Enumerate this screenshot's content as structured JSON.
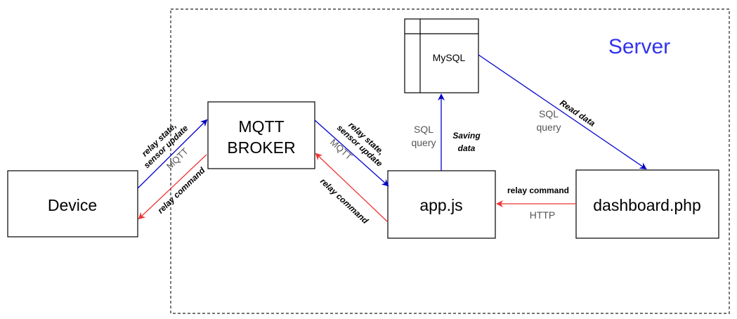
{
  "server": {
    "title": "Server"
  },
  "nodes": {
    "device": "Device",
    "broker_line1": "MQTT",
    "broker_line2": "BROKER",
    "appjs": "app.js",
    "dashboard": "dashboard.php",
    "mysql": "MySQL"
  },
  "edges": {
    "device_to_broker": {
      "label_line1": "relay state,",
      "label_line2": "sensor update",
      "protocol": "MQTT"
    },
    "broker_to_device": {
      "label": "relay command"
    },
    "broker_to_app": {
      "label_line1": "relay state,",
      "label_line2": "sensor update",
      "protocol": "MQTT"
    },
    "app_to_broker": {
      "label": "relay command"
    },
    "app_to_mysql": {
      "label_line1": "Saving",
      "label_line2": "data",
      "protocol_line1": "SQL",
      "protocol_line2": "query"
    },
    "mysql_to_dashboard": {
      "label": "Read data",
      "protocol_line1": "SQL",
      "protocol_line2": "query"
    },
    "dashboard_to_app": {
      "label": "relay command",
      "protocol": "HTTP"
    }
  },
  "colors": {
    "blue_arrow": "#0000cc",
    "red_arrow": "#ee3333",
    "server_title": "#3333ee",
    "protocol_text": "#555555"
  }
}
